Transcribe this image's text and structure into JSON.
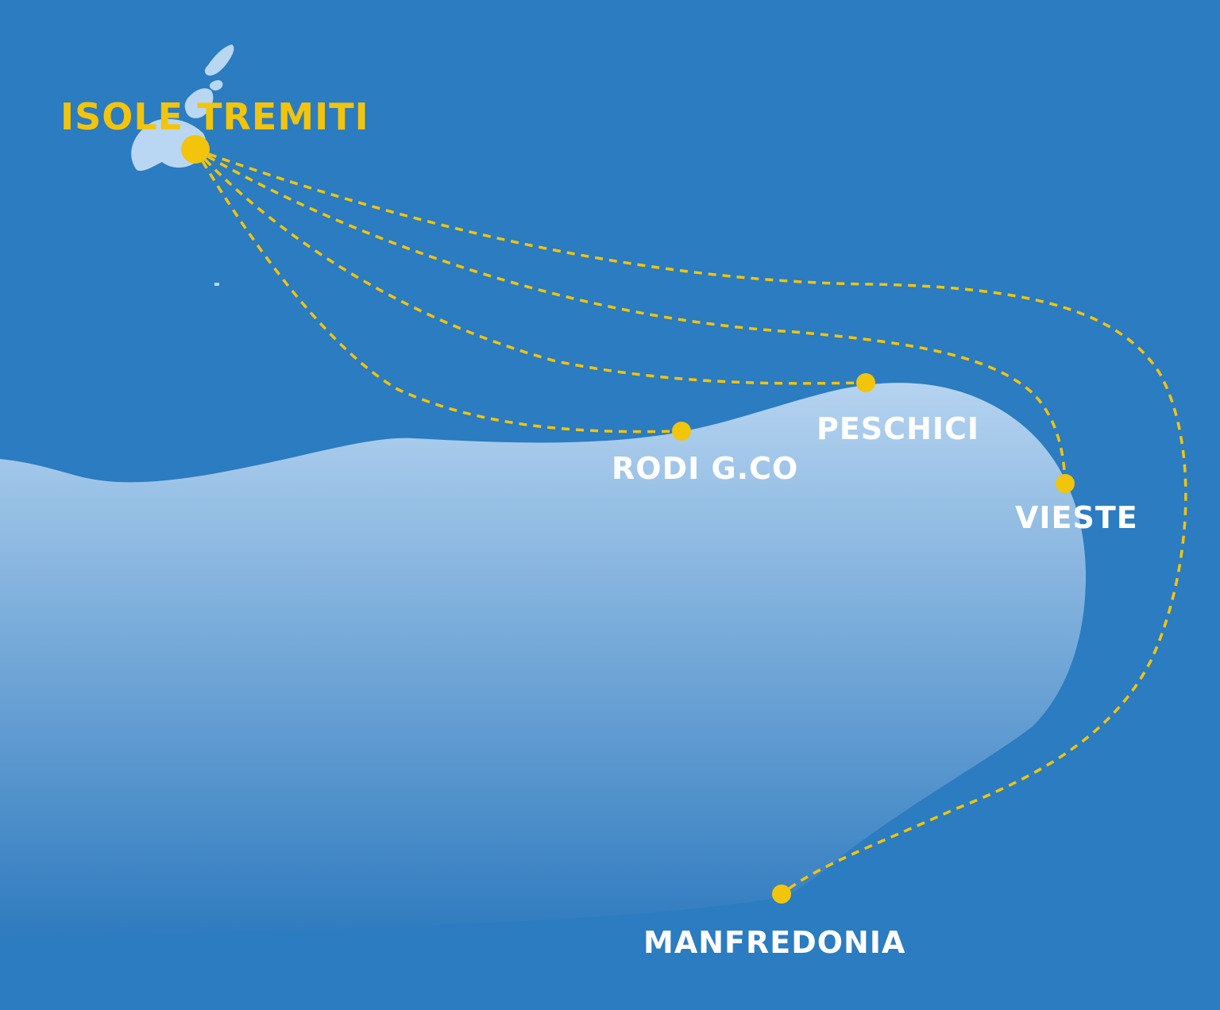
{
  "map": {
    "colors": {
      "sea": "#2b7cc0",
      "route": "#f2c40c",
      "land_top": "#b5d3f0",
      "land_bottom": "#2f7bbf",
      "island": "#b9d7f2",
      "port_label": "#ffffff",
      "hub_label": "#f2c40c"
    },
    "hub": {
      "name": "ISOLE TREMITI"
    },
    "ports": [
      {
        "name": "RODI G.CO"
      },
      {
        "name": "PESCHICI"
      },
      {
        "name": "VIESTE"
      },
      {
        "name": "MANFREDONIA"
      }
    ],
    "routes": [
      {
        "from": "ISOLE TREMITI",
        "to": "RODI G.CO",
        "style": "dashed"
      },
      {
        "from": "ISOLE TREMITI",
        "to": "PESCHICI",
        "style": "dashed"
      },
      {
        "from": "ISOLE TREMITI",
        "to": "VIESTE",
        "style": "dashed"
      },
      {
        "from": "ISOLE TREMITI",
        "to": "MANFREDONIA",
        "style": "dashed"
      }
    ]
  }
}
